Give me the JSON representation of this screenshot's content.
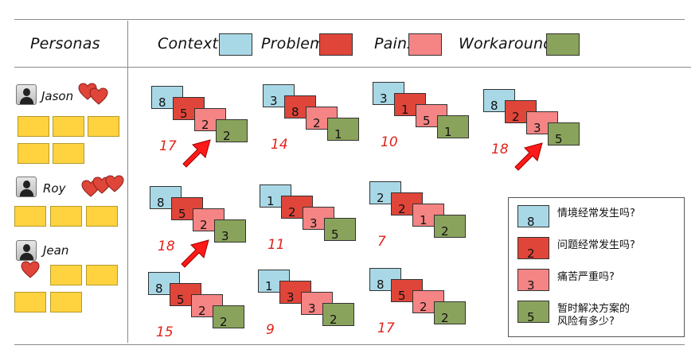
{
  "header": {
    "personas_label": "Personas",
    "legend": [
      {
        "label": "Context",
        "color": "#a8d8e6"
      },
      {
        "label": "Problem",
        "color": "#e0453a"
      },
      {
        "label": "Pains",
        "color": "#f58484"
      },
      {
        "label": "Workaround",
        "color": "#8aa35c"
      }
    ]
  },
  "personas": [
    {
      "name": "Jason",
      "hearts": 2,
      "stickies": 5
    },
    {
      "name": "Roy",
      "hearts": 3,
      "stickies": 3
    },
    {
      "name": "Jean",
      "hearts": 1,
      "stickies": 4
    }
  ],
  "groups": [
    {
      "values": [
        "8",
        "5",
        "2",
        "2"
      ],
      "score": "17",
      "arrow": true
    },
    {
      "values": [
        "3",
        "8",
        "2",
        "1"
      ],
      "score": "14",
      "arrow": false
    },
    {
      "values": [
        "3",
        "1",
        "5",
        "1"
      ],
      "score": "10",
      "arrow": false
    },
    {
      "values": [
        "8",
        "2",
        "3",
        "5"
      ],
      "score": "18",
      "arrow": true
    },
    {
      "values": [
        "8",
        "5",
        "2",
        "3"
      ],
      "score": "18",
      "arrow": true
    },
    {
      "values": [
        "1",
        "2",
        "3",
        "5"
      ],
      "score": "11",
      "arrow": false
    },
    {
      "values": [
        "2",
        "2",
        "1",
        "2"
      ],
      "score": "7",
      "arrow": false
    },
    {
      "values": [
        "8",
        "5",
        "2",
        "2"
      ],
      "score": "15",
      "arrow": false
    },
    {
      "values": [
        "1",
        "3",
        "3",
        "2"
      ],
      "score": "9",
      "arrow": false
    },
    {
      "values": [
        "8",
        "5",
        "2",
        "2"
      ],
      "score": "17",
      "arrow": false
    }
  ],
  "legend_panel": [
    {
      "value": "8",
      "question": "情境经常发生吗?"
    },
    {
      "value": "2",
      "question": "问题经常发生吗?"
    },
    {
      "value": "3",
      "question": "痛苦严重吗?"
    },
    {
      "value": "5",
      "question": "暂时解决方案的\n风险有多少?"
    }
  ],
  "colors": {
    "context": "#a8d8e6",
    "problem": "#e0453a",
    "pains": "#f58484",
    "workaround": "#8aa35c",
    "sticky": "#ffd23f",
    "score": "#e0241c",
    "heart": "#e0453a"
  }
}
